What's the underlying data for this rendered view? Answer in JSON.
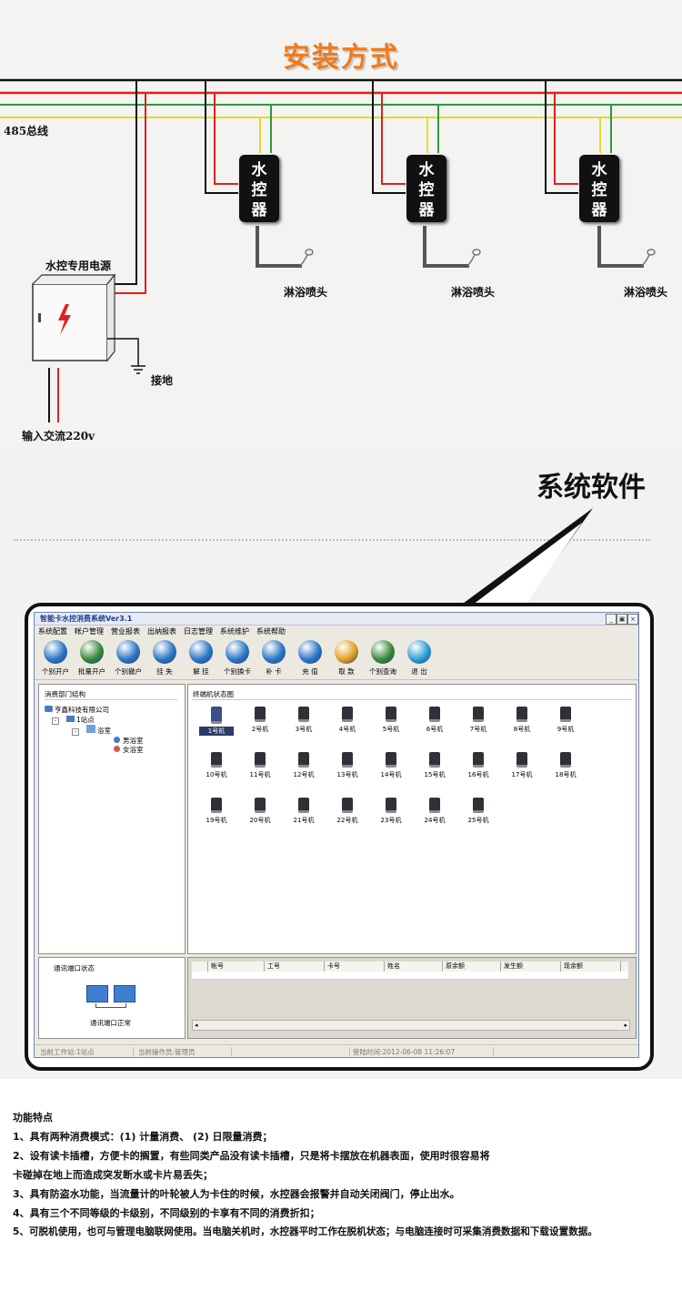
{
  "install": {
    "title": "安装方式",
    "bus_label": "485总线",
    "controller_text": [
      "水",
      "控",
      "器"
    ],
    "shower_label": "淋浴喷头",
    "power_label": "水控专用电源",
    "ground_label": "接地",
    "ac_input_label": "输入交流220v"
  },
  "software": {
    "title": "系统软件",
    "app": {
      "window_title": "智能卡水控消费系统Ver3.1",
      "window_buttons": [
        "_",
        "▣",
        "×"
      ],
      "menu": [
        "系统配置",
        "帐户管理",
        "营业报表",
        "出纳报表",
        "日志管理",
        "系统维护",
        "系统帮助"
      ],
      "toolbar": [
        {
          "label": "个别开户",
          "icon": "user-open-icon",
          "color": "#2d77c5"
        },
        {
          "label": "批量开户",
          "icon": "batch-users-icon",
          "color": "#3a8a3a"
        },
        {
          "label": "个别撤户",
          "icon": "user-remove-icon",
          "color": "#2d77c5"
        },
        {
          "label": "挂 失",
          "icon": "report-loss-icon",
          "color": "#2d77c5"
        },
        {
          "label": "解 挂",
          "icon": "unlock-icon",
          "color": "#2d77c5"
        },
        {
          "label": "个别换卡",
          "icon": "exchange-card-icon",
          "color": "#2d77c5"
        },
        {
          "label": "补 卡",
          "icon": "reissue-card-icon",
          "color": "#2d77c5"
        },
        {
          "label": "充 值",
          "icon": "recharge-icon",
          "color": "#2d77c5"
        },
        {
          "label": "取 款",
          "icon": "withdraw-icon",
          "color": "#e0a020"
        },
        {
          "label": "个别查询",
          "icon": "query-icon",
          "color": "#3a8a3a"
        },
        {
          "label": "退 出",
          "icon": "power-icon",
          "color": "#2d9fd6"
        }
      ],
      "dept_panel": {
        "title": "消费部门结构",
        "tree": [
          {
            "label": "亨鑫科技有限公司",
            "level": 0
          },
          {
            "label": "1站点",
            "level": 1
          },
          {
            "label": "浴室",
            "level": 2
          },
          {
            "label": "男浴室",
            "level": 3
          },
          {
            "label": "女浴室",
            "level": 3
          }
        ]
      },
      "terminal_panel": {
        "title": "终端机状态图",
        "terminals": [
          "1号机",
          "2号机",
          "3号机",
          "4号机",
          "5号机",
          "6号机",
          "7号机",
          "8号机",
          "9号机",
          "10号机",
          "11号机",
          "12号机",
          "13号机",
          "14号机",
          "15号机",
          "16号机",
          "17号机",
          "18号机",
          "19号机",
          "20号机",
          "21号机",
          "22号机",
          "23号机",
          "24号机",
          "25号机"
        ]
      },
      "comm_panel": {
        "title": "通讯端口状态",
        "status": "通讯端口正常"
      },
      "table": {
        "columns": [
          "帐号",
          "工号",
          "卡号",
          "姓名",
          "原余额",
          "发生额",
          "现余额"
        ]
      },
      "statusbar": {
        "station": "当前工作站:1站点",
        "operator": "当前操作员:管理员",
        "login_time": "登陆时间:2012-06-08 11:26:07"
      }
    }
  },
  "features": {
    "title": "功能特点",
    "items": [
      "1、具有两种消费模式：(1) 计量消费、 (2) 日限量消费；",
      "2、设有读卡插槽，方便卡的搁置，有些同类产品没有读卡插槽，只是将卡摆放在机器表面，使用时很容易将",
      "卡碰掉在地上而造成突发断水或卡片易丢失；",
      "3、具有防盗水功能，当流量计的叶轮被人为卡住的时候，水控器会报警并自动关闭阀门，停止出水。",
      "4、具有三个不同等级的卡级别，不同级别的卡享有不同的消费折扣；",
      "5、可脱机使用，也可与管理电脑联网使用。当电脑关机时，水控器平时工作在脱机状态；与电脑连接时可采集消费数据和下载设置数据。"
    ]
  },
  "colors": {
    "title_orange": "#f07a1a",
    "wire_red": "#e02020",
    "wire_green": "#2e9a3a",
    "wire_yellow": "#e8d82a",
    "wire_black": "#111111"
  }
}
